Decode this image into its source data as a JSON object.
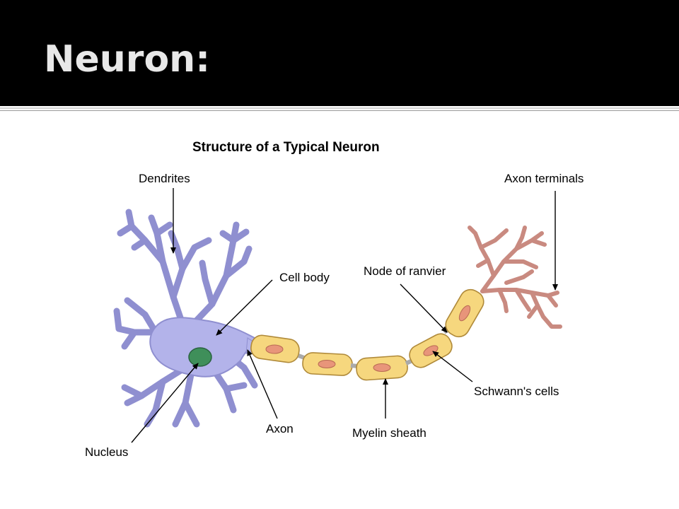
{
  "slide": {
    "title": "Neuron:"
  },
  "diagram": {
    "title": "Structure of a Typical Neuron",
    "labels": {
      "dendrites": "Dendrites",
      "axon_terminals": "Axon terminals",
      "cell_body": "Cell body",
      "node_of_ranvier": "Node of ranvier",
      "schwanns_cells": "Schwann's cells",
      "myelin_sheath": "Myelin sheath",
      "axon": "Axon",
      "nucleus": "Nucleus"
    }
  },
  "colors": {
    "header_bg": "#000000",
    "title_text": "#e8e8e8",
    "cell_body_fill": "#b3b3ea",
    "cell_body_stroke": "#6f6fb3",
    "nucleus_fill": "#3f8f5a",
    "myelin_fill": "#f6d77e",
    "myelin_stroke": "#b08a3a",
    "schwann_nucleus": "#e8957a",
    "terminal_fill": "#d9958a",
    "terminal_stroke": "#9a5c52",
    "node_color": "#aaaaaa"
  }
}
